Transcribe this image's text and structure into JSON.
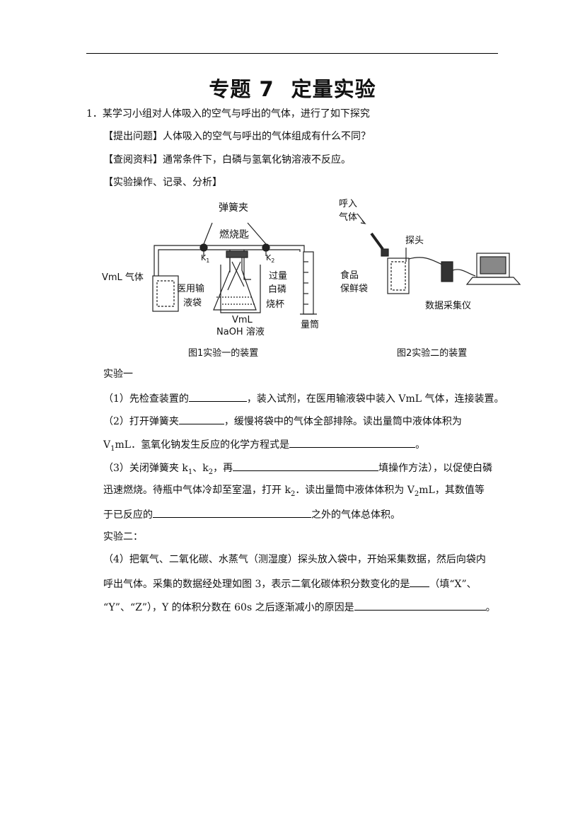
{
  "header": {
    "title_part1": "专题 7",
    "title_part2": "定量实验"
  },
  "question": {
    "intro": "1．某学习小组对人体吸入的空气与呼出的气体，进行了如下探究",
    "problem": "【提出问题】人体吸入的空气与呼出的气体组成有什么不同？",
    "reference": "【查阅资料】通常条件下，白磷与氢氧化钠溶液不反应。",
    "operation": "【实验操作、记录、分析】",
    "exp1_title": "实验一",
    "q1_a": "（1）先检查装置的",
    "q1_b": "，装入试剂，在医用输液袋中装入 VmL 气体，连接装置。",
    "q2_a": "（2）打开弹簧夹",
    "q2_b": "，缓慢将袋中的气体全部排除。读出量筒中液体体积为",
    "q2_c_v": "V",
    "q2_c_sub": "1",
    "q2_c_rest": "mL．氢氧化钠发生反应的化学方程式是",
    "q2_c_end": "。",
    "q3_a_pre": "（3）关闭弹簧夹 k",
    "q3_a_sub1": "1",
    "q3_a_mid": "、k",
    "q3_a_sub2": "2",
    "q3_a_post": "，再",
    "q3_b": "填操作方法），以促使白磷",
    "q3_c_pre": "迅速燃烧。待瓶中气体冷却至室温，打开 k",
    "q3_c_sub": "2",
    "q3_c_mid": "．读出量筒中液体体积为 V",
    "q3_c_sub2": "2",
    "q3_c_post": "mL，其数值等",
    "q3_d_a": "于已反应的",
    "q3_d_b": "之外的气体总体积。",
    "exp2_title": "实验二：",
    "q4_a": "（4）把氧气、二氧化碳、水蒸气（测湿度）探头放入袋中，开始采集数据，然后向袋内",
    "q4_b_a": "呼出气体。采集的数据经处理如图 3，表示二氧化碳体积分数变化的是",
    "q4_b_b": "（填“X”、",
    "q4_c_a": "“Y”、“Z”），Y 的体积分数在 60s 之后逐渐减小的原因是",
    "q4_c_b": "。"
  },
  "figure1": {
    "label_spring_clip": "弹簧夹",
    "label_spoon": "燃烧匙",
    "label_k1": "K",
    "label_k1_sub": "1",
    "label_k2": "K",
    "label_k2_sub": "2",
    "label_gas": "VmL 气体",
    "label_bag_1": "医用输",
    "label_bag_2": "液袋",
    "label_excess": "过量",
    "label_phosphorus": "白磷",
    "label_beaker": "烧杯",
    "label_vml": "VmL",
    "label_naoh": "NaOH 溶液",
    "label_cylinder": "量筒",
    "caption": "图1实验一的装置"
  },
  "figure2": {
    "label_exhale_1": "呼入",
    "label_exhale_2": "气体",
    "label_probe": "探头",
    "label_food_1": "食品",
    "label_food_2": "保鲜袋",
    "label_collector": "数据采集仪",
    "caption": "图2实验二的装置"
  }
}
